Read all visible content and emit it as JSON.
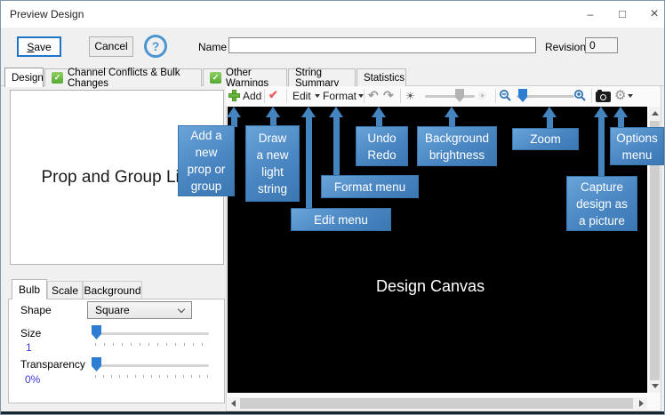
{
  "window": {
    "title": "Preview Design"
  },
  "header": {
    "save_label": "Save",
    "cancel_label": "Cancel",
    "name_label": "Name",
    "name_value": "",
    "revision_label": "Revision",
    "revision_value": "0"
  },
  "tabs": [
    {
      "label": "Design",
      "active": true
    },
    {
      "label": "Channel Conflicts & Bulk Changes",
      "has_check": true
    },
    {
      "label": "Other Warnings",
      "has_check": true
    },
    {
      "label": "String Summary",
      "has_check": false
    },
    {
      "label": "Statistics",
      "has_check": false
    }
  ],
  "prop_list": {
    "label": "Prop and Group List"
  },
  "toolbar": {
    "add_label": "Add",
    "edit_label": "Edit",
    "format_label": "Format"
  },
  "canvas": {
    "label": "Design Canvas"
  },
  "bulb_panel": {
    "tabs": [
      {
        "label": "Bulb"
      },
      {
        "label": "Scale"
      },
      {
        "label": "Background"
      }
    ],
    "active_tab": "Bulb",
    "shape_label": "Shape",
    "shape_value": "Square",
    "size_label": "Size",
    "size_value": "1",
    "transparency_label": "Transparency",
    "transparency_value": "0%"
  },
  "callouts": {
    "add": "Add a\nnew\nprop or\ngroup",
    "draw": "Draw\na new\nlight\nstring",
    "edit_menu": "Edit menu",
    "format_menu": "Format menu",
    "undo_redo": "Undo\nRedo",
    "background_brightness": "Background\nbrightness",
    "zoom": "Zoom",
    "capture": "Capture\ndesign as\na picture",
    "options_menu": "Options\nmenu"
  },
  "icons": {
    "help": "?",
    "tab_check": "✓",
    "light_string_check": "✔",
    "undo": "↶",
    "redo": "↷",
    "sun": "☀",
    "gear": "⚙",
    "minimize": "–",
    "maximize": "□",
    "close": "×"
  },
  "colors": {
    "callout_blue": "#4485c0",
    "accent_blue": "#2d7dd2",
    "check_green": "#56a832",
    "canvas_black": "#000000"
  }
}
